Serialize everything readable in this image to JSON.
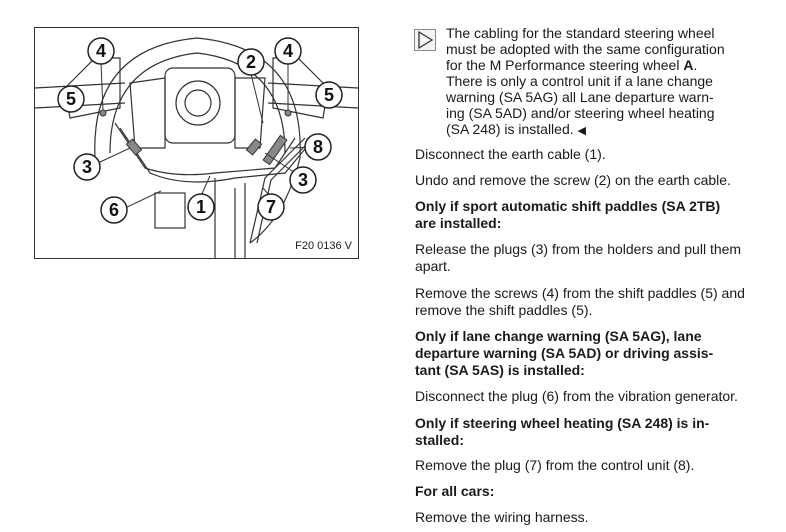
{
  "figure": {
    "code": "F20 0136 V",
    "callouts": [
      "1",
      "2",
      "3",
      "3",
      "4",
      "4",
      "5",
      "5",
      "6",
      "7",
      "8"
    ]
  },
  "note": {
    "icon": "note-triangle-icon",
    "lines": [
      "The cabling for the standard steering wheel",
      "must be adopted with the same configuration",
      "for the M Performance steering wheel ",
      "There is only a control unit if a lane change",
      "warning (SA 5AG) all Lane departure warn-",
      "ing (SA 5AD) and/or steering wheel heating",
      "(SA 248) is installed. "
    ],
    "bold_letter": "A",
    "end_marker": "◀"
  },
  "steps": [
    {
      "bold": false,
      "lines": [
        "Disconnect the earth cable (1)."
      ]
    },
    {
      "bold": false,
      "lines": [
        "Undo and remove the screw (2) on the earth cable."
      ]
    },
    {
      "bold": true,
      "lines": [
        "Only if sport automatic shift paddles (SA 2TB)",
        "are installed:"
      ]
    },
    {
      "bold": false,
      "lines": [
        "Release the plugs (3) from the holders and pull them",
        "apart."
      ]
    },
    {
      "bold": false,
      "lines": [
        "Remove the screws (4) from the shift paddles (5) and",
        "remove the shift paddles (5)."
      ]
    },
    {
      "bold": true,
      "lines": [
        "Only if lane change warning (SA 5AG), lane",
        "departure warning (SA 5AD) or driving assis-",
        "tant (SA 5AS) is installed:"
      ]
    },
    {
      "bold": false,
      "lines": [
        "Disconnect the plug (6) from the vibration generator."
      ]
    },
    {
      "bold": true,
      "lines": [
        "Only if steering wheel heating (SA 248) is in-",
        "stalled:"
      ]
    },
    {
      "bold": false,
      "lines": [
        "Remove the plug (7) from the control unit (8)."
      ]
    },
    {
      "bold": true,
      "lines": [
        "For all cars:"
      ]
    },
    {
      "bold": false,
      "lines": [
        "Remove the wiring harness."
      ]
    }
  ]
}
